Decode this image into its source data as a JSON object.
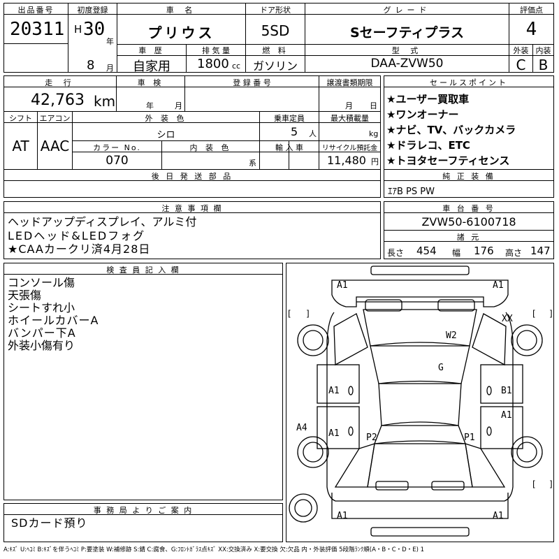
{
  "header": {
    "lot_label": "出品番号",
    "lot": "20311",
    "reg_label": "初度登録",
    "era": "H",
    "year": "30",
    "year_unit": "年",
    "month": "8",
    "month_unit": "月",
    "name_label": "車 名",
    "name": "プリウス",
    "door_label": "ドア形状",
    "door": "5SD",
    "grade_label": "グレード",
    "grade": "Sセーフティプラス",
    "score_label": "評価点",
    "score": "4",
    "history_label": "車 歴",
    "history": "自家用",
    "displacement_label": "排 気 量",
    "displacement": "1800",
    "displacement_unit": "cc",
    "fuel_label": "燃 料",
    "fuel": "ガソリン",
    "model_label": "型 式",
    "model": "DAA-ZVW50",
    "ext_label": "外装",
    "ext": "C",
    "int_label": "内装",
    "int": "B"
  },
  "row2": {
    "mileage_label": "走 行",
    "mileage": "42,763",
    "mileage_unit": "km",
    "inspection_label": "車 検",
    "insp_year_unit": "年",
    "insp_month_unit": "月",
    "plate_label": "登 録 番 号",
    "doc_label": "譲渡書類期限",
    "doc_month_unit": "月",
    "doc_day_unit": "日",
    "shift_label": "シフト",
    "shift": "AT",
    "ac_label": "エアコン",
    "ac": "AAC",
    "color_label": "外 装 色",
    "color": "シロ",
    "seats_label": "乗車定員",
    "seats": "5",
    "seats_unit": "人",
    "load_label": "最大積載量",
    "load_unit": "kg",
    "color_no_label": "カラー No.",
    "color_no": "070",
    "int_color_label": "内 装 色",
    "int_color_unit": "系",
    "import_label": "輸 入 車",
    "recycle_label": "リサイクル預託金",
    "recycle": "11,480",
    "recycle_unit": "円",
    "later_label": "後 日 発 送 部 品"
  },
  "sales": {
    "label": "セールスポイント",
    "points": [
      "★ユーザー買取車",
      "★ワンオーナー",
      "★ナビ、TV、バックカメラ",
      "★ドラレコ、ETC",
      "★トヨタセーフティセンス"
    ],
    "equip_label": "純 正 装 備",
    "equip": "ｴｱB PS PW"
  },
  "caution": {
    "label": "注 意 事 項 欄",
    "lines": [
      "ヘッドアップディスプレイ、アルミ付",
      "LEDヘッド&LEDフォグ",
      "★CAAカークリ済4月28日"
    ]
  },
  "chassis": {
    "label": "車 台 番 号",
    "number": "ZVW50-6100718",
    "dims_label": "諸 元",
    "len_label": "長さ",
    "len": "454",
    "width_label": "幅",
    "width": "176",
    "height_label": "高さ",
    "height": "147"
  },
  "inspector": {
    "label": "検 査 員 記 入 欄",
    "lines": [
      "コンソール傷",
      "天張傷",
      "シートすれ小",
      "ホイールカバーA",
      "バンパー下A",
      "外装小傷有り"
    ]
  },
  "office": {
    "label": "事 務 局 よ り ご 案 内",
    "text": "SDカード預り"
  },
  "diagram_marks": [
    "A1",
    "A1",
    "XX",
    "W2",
    "G",
    "A1",
    "B1",
    "A1",
    "A4",
    "A1",
    "P2",
    "P1",
    "A1",
    "A1"
  ],
  "legend": "A:ｷｽﾞ U:ﾍｺﾐ B:ｷｽﾞを伴うﾍｺﾐ P:要塗装 W:補修跡 S:錆 C:腐食、G:ﾌﾛﾝﾄｶﾞﾗｽ点ｷｽﾞ XX:交換済み X:要交換 欠:欠品 内・外装評価 5段階ﾗﾝｸ順(A・B・C・D・E) 1"
}
